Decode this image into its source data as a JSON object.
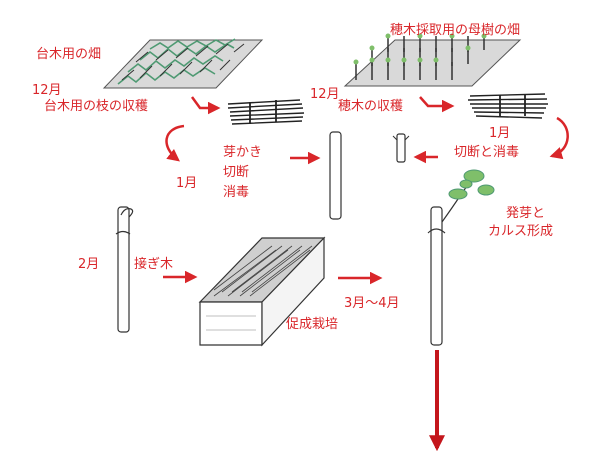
{
  "colors": {
    "label": "#d9262a",
    "arrow": "#d9262a",
    "final_arrow": "#c4161c",
    "outline": "#333333",
    "field": "#d9d9d9",
    "plant": "#4f9a73",
    "leaf": "#7fbf6a"
  },
  "labels": {
    "rootstock_field": "台木用の畑",
    "scion_field": "穂木採取用の母樹の畑",
    "month_12_left": "12月",
    "rootstock_harvest": "台木用の枝の収穫",
    "month_12_right": "12月",
    "scion_harvest": "穂木の収穫",
    "sprout_removal": [
      "芽かき",
      "切断",
      "消毒"
    ],
    "month_1_left": "1月",
    "month_1_right": "1月",
    "cut_disinfect": "切断と消毒",
    "month_2": "2月",
    "grafting": "接ぎ木",
    "forced_cultivation": "促成栽培",
    "months_3_4": "3月～4月",
    "sprouting": [
      "発芽と",
      "カルス形成"
    ]
  }
}
